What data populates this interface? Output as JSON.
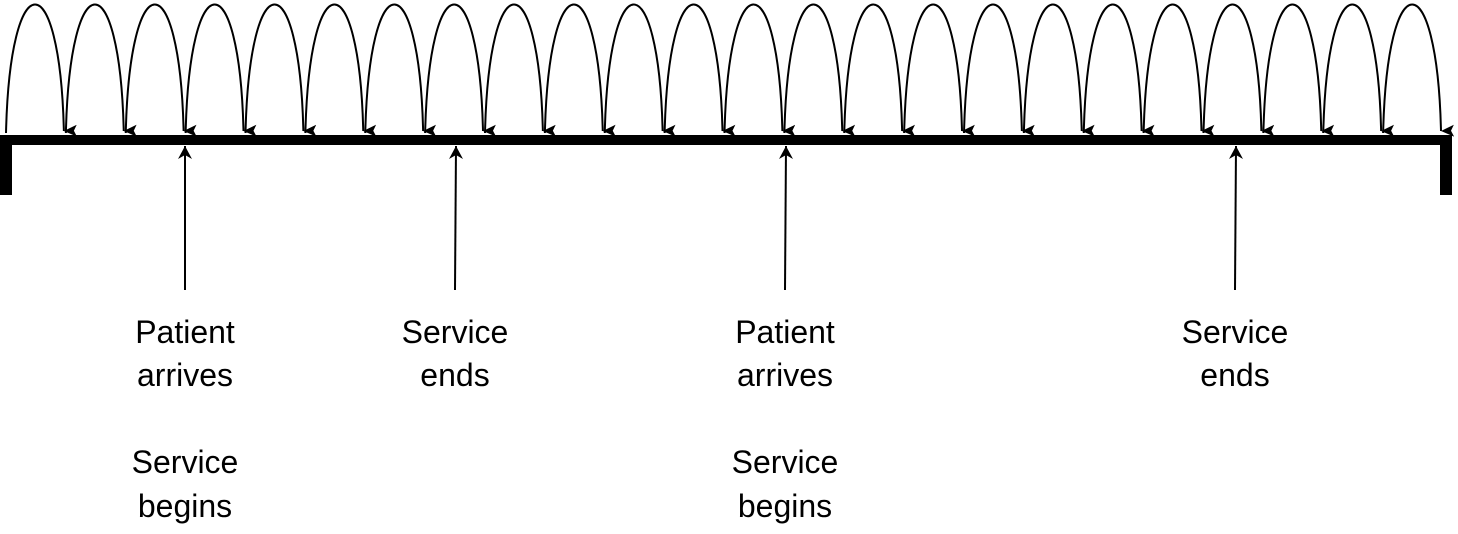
{
  "diagram": {
    "stroke_color": "#000000",
    "background_color": "#ffffff",
    "time_step_count": 24,
    "events": [
      {
        "label_top": "Patient",
        "label_top2": "arrives",
        "label_bottom": "Service",
        "label_bottom2": "begins"
      },
      {
        "label_top": "Service",
        "label_top2": "ends",
        "label_bottom": "",
        "label_bottom2": ""
      },
      {
        "label_top": "Patient",
        "label_top2": "arrives",
        "label_bottom": "Service",
        "label_bottom2": "begins"
      },
      {
        "label_top": "Service",
        "label_top2": "ends",
        "label_bottom": "",
        "label_bottom2": ""
      }
    ]
  }
}
